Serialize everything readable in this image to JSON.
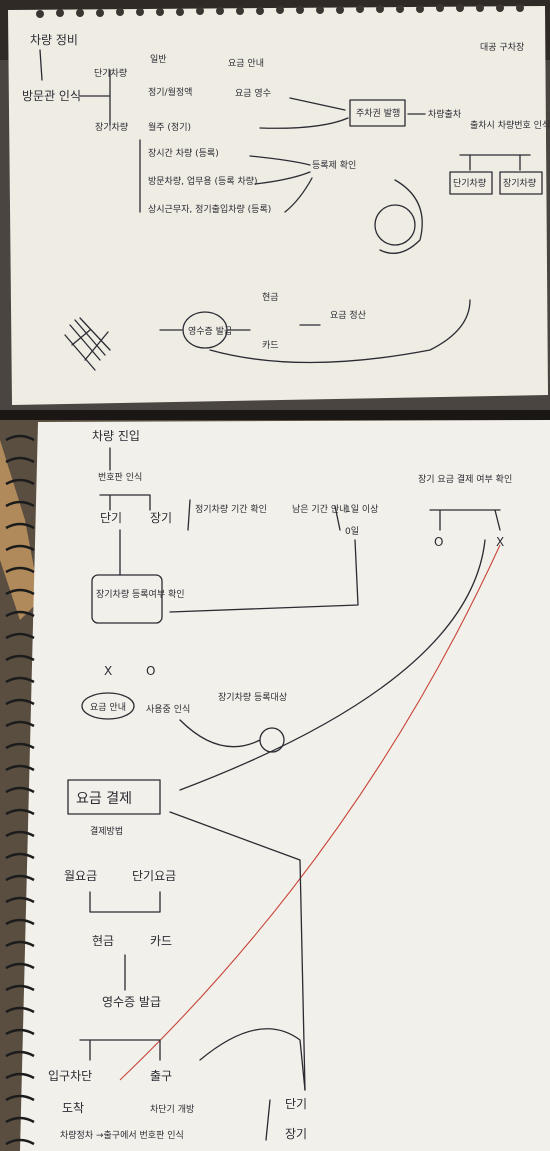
{
  "photo1": {
    "title_left": "차량 정비",
    "title_right": "대공 구차장",
    "node_inquiry": "방문관 인식",
    "node_short": "단기차량",
    "node_general": "일반",
    "node_parking_guide": "요금 안내",
    "node_regular": "정기/월정액",
    "node_fee_receipt": "요금 영수",
    "node_long": "장기차량",
    "node_monthly": "월주 (정기)",
    "node_long_use": "장시간 차량 (등록)",
    "node_visit": "방문차량, 업무용 (등록 차량)",
    "node_dedicated": "상시근무자, 정기출입차량 (등록)",
    "node_register_check": "등록제 확인",
    "node_ticket_issue": "주차권 발행",
    "node_exit": "차량출차",
    "node_exit_check": "출차시 차량번호 인식",
    "node_short_exit": "단기차량",
    "node_long_exit": "장기차량",
    "node_fee_pay": "요금 정산",
    "node_cash": "현금",
    "node_card": "카드",
    "node_receipt_issue": "영수증 발급"
  },
  "photo2": {
    "title": "차량 진입",
    "node_recognize": "번호판 인식",
    "node_short": "단기",
    "node_long": "장기",
    "node_long_check": "정기차량 기간 확인",
    "node_remaining": "남은 기간 안내",
    "node_days_left": "1일 이상",
    "node_zero_days": "0일",
    "node_long_payment": "장기 요금 결제 여부 확인",
    "yes_mark": "O",
    "no_mark": "X",
    "node_register_check": "장기차량 등록여부 확인",
    "node_fee_guide": "요금 안내",
    "node_using_period": "사용중 인식",
    "node_long_register": "장기차량 등록대상 ",
    "node_fee_pay": "요금 결제",
    "node_payment_methods": "결제방법",
    "node_monthly_fee": "월요금",
    "node_short_fee": "단기요금",
    "node_cash": "현금",
    "node_card": "카드",
    "node_receipt": "영수증 발급",
    "node_gate_open": "입구차단 ",
    "node_exit": "출구",
    "node_arrival": "도착",
    "node_exit_open": "차단기 개방",
    "node_exit_recognize": "차량정차 →출구에서 번호판 인식",
    "node_short2": "단기",
    "node_long2": "장기"
  }
}
